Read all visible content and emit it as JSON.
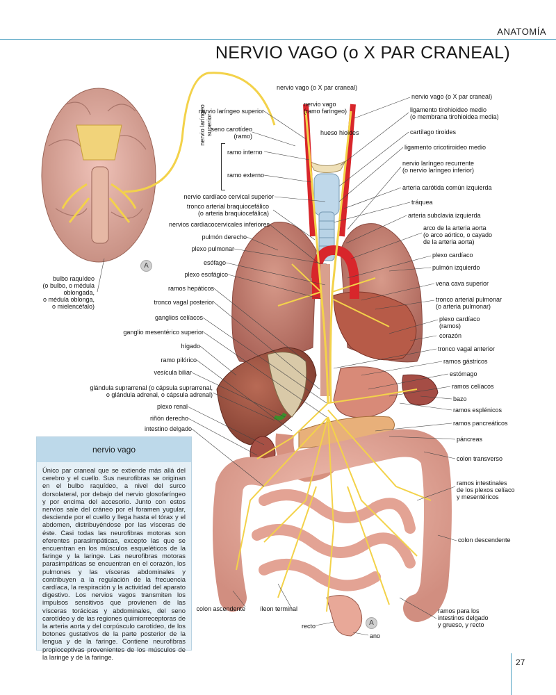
{
  "header": {
    "section": "ANATOMÍA",
    "title": "NERVIO VAGO (o X PAR CRANEAL)"
  },
  "callout_letter": "A",
  "vertical_group_label": "nervio laríngeo superior",
  "left_labels": [
    {
      "id": "bulbo",
      "text": "bulbo raquídeo\n(o bulbo, o médula\noblongada,\no médula oblonga,\no mielencéfalo)"
    },
    {
      "id": "laringeo-sup",
      "text": "nervio laríngeo superior"
    },
    {
      "id": "seno",
      "text": "seno carotídeo\n(ramo)"
    },
    {
      "id": "ramo-interno",
      "text": "ramo interno"
    },
    {
      "id": "ramo-externo",
      "text": "ramo externo"
    },
    {
      "id": "cardiaco-cervical",
      "text": "nervio cardíaco cervical superior"
    },
    {
      "id": "tronco-braquio",
      "text": "tronco arterial braquiocefálico\n(o arteria braquiocefálica)"
    },
    {
      "id": "cardiacocervicales",
      "text": "nervios cardiacocervicales inferiores"
    },
    {
      "id": "pulmon-derecho",
      "text": "pulmón derecho"
    },
    {
      "id": "plexo-pulmonar",
      "text": "plexo pulmonar"
    },
    {
      "id": "esofago",
      "text": "esófago"
    },
    {
      "id": "plexo-esofagico",
      "text": "plexo esofágico"
    },
    {
      "id": "ramos-hepaticos",
      "text": "ramos hepáticos"
    },
    {
      "id": "tronco-vagal-post",
      "text": "tronco vagal posterior"
    },
    {
      "id": "ganglios-celiacos",
      "text": "ganglios celíacos"
    },
    {
      "id": "ganglio-mesenterico",
      "text": "ganglio mesentérico superior"
    },
    {
      "id": "higado",
      "text": "hígado"
    },
    {
      "id": "ramo-pilorico",
      "text": "ramo pilórico"
    },
    {
      "id": "vesicula",
      "text": "vesícula biliar"
    },
    {
      "id": "suprarrenal",
      "text": "glándula suprarrenal (o cápsula suprarrenal,\no glándula adrenal, o cápsula adrenal)"
    },
    {
      "id": "plexo-renal",
      "text": "plexo renal"
    },
    {
      "id": "rinon-derecho",
      "text": "riñón derecho"
    },
    {
      "id": "intestino-delgado",
      "text": "intestino delgado"
    },
    {
      "id": "colon-ascendente",
      "text": "colon ascendente"
    },
    {
      "id": "ileon",
      "text": "íleon terminal"
    },
    {
      "id": "recto",
      "text": "recto"
    },
    {
      "id": "ano",
      "text": "ano"
    }
  ],
  "top_labels": [
    {
      "id": "vago-craneal-left",
      "text": "nervio vago (o X par craneal)"
    },
    {
      "id": "vago-faringeo",
      "text": "nervio vago\n(ramo faríngeo)"
    },
    {
      "id": "hueso-hioides",
      "text": "hueso hioides"
    }
  ],
  "right_labels": [
    {
      "id": "vago-craneal-right",
      "text": "nervio vago (o X par craneal)"
    },
    {
      "id": "tirohioideo",
      "text": "ligamento tirohioideo medio\n(o membrana tirohioidea media)"
    },
    {
      "id": "tiroides",
      "text": "cartílago tiroides"
    },
    {
      "id": "cricotiroideo",
      "text": "ligamento cricotiroideo medio"
    },
    {
      "id": "recurrente",
      "text": "nervio laríngeo recurrente\n(o nervio laríngeo inferior)"
    },
    {
      "id": "carotida",
      "text": "arteria carótida común izquierda"
    },
    {
      "id": "traquea",
      "text": "tráquea"
    },
    {
      "id": "subclavia",
      "text": "arteria subclavia izquierda"
    },
    {
      "id": "arco-aorta",
      "text": "arco de la arteria aorta\n(o arco aórtico, o cayado\nde la arteria aorta)"
    },
    {
      "id": "plexo-cardiaco",
      "text": "plexo cardíaco"
    },
    {
      "id": "pulmon-izquierdo",
      "text": "pulmón izquierdo"
    },
    {
      "id": "vena-cava",
      "text": "vena cava superior"
    },
    {
      "id": "tronco-pulmonar",
      "text": "tronco arterial pulmonar\n(o arteria pulmonar)"
    },
    {
      "id": "plexo-cardiaco-ramos",
      "text": "plexo cardíaco\n(ramos)"
    },
    {
      "id": "corazon",
      "text": "corazón"
    },
    {
      "id": "tronco-vagal-ant",
      "text": "tronco vagal anterior"
    },
    {
      "id": "ramos-gastricos",
      "text": "ramos gástricos"
    },
    {
      "id": "estomago",
      "text": "estómago"
    },
    {
      "id": "ramos-celiacos",
      "text": "ramos celíacos"
    },
    {
      "id": "bazo",
      "text": "bazo"
    },
    {
      "id": "ramos-esplenicos",
      "text": "ramos esplénicos"
    },
    {
      "id": "ramos-pancreaticos",
      "text": "ramos pancreáticos"
    },
    {
      "id": "pancreas",
      "text": "páncreas"
    },
    {
      "id": "colon-transverso",
      "text": "colon transverso"
    },
    {
      "id": "ramos-intestinales",
      "text": "ramos intestinales\nde los plexos celíaco\ny mesentéricos"
    },
    {
      "id": "colon-descendente",
      "text": "colon descendente"
    },
    {
      "id": "ramos-intestinos",
      "text": "ramos para los\nintestinos delgado\ny grueso, y recto"
    }
  ],
  "info_box": {
    "title": "nervio vago",
    "body": "Único par craneal que se extiende más allá del cerebro y el cuello. Sus neurofibras se originan en el bulbo raquídeo, a nivel del surco dorsolateral, por debajo del nervio glosofaríngeo y por encima del accesorio. Junto con estos nervios sale del cráneo por el foramen yugular, desciende por el cuello y llega hasta el tórax y el abdomen, distribuyéndose por las vísceras de éste. Casi todas las neurofibras motoras son eferentes parasimpáticas, excepto las que se encuentran en los músculos esqueléticos de la faringe y la laringe. Las neurofibras motoras parasimpáticas se encuentran en el corazón, los pulmones y las vísceras abdominales y contribuyen a la regulación de la frecuencia cardíaca, la respiración y la actividad del aparato digestivo. Los nervios vagos transmiten los impulsos sensitivos que provienen de las vísceras torácicas y abdominales, del seno carotídeo y de las regiones quimiorreceptoras de la arteria aorta y del corpúsculo carotídeo, de los botones gustativos de la parte posterior de la lengua y de la faringe. Contiene neurofibras propioceptivas provenientes de los músculos de la laringe y de la faringe."
  },
  "page_number": "27",
  "colors": {
    "accent": "#4a9fc0",
    "box_bg": "#e6f0f6",
    "box_head": "#bdd9ea",
    "nerve": "#f3d24a",
    "artery": "#d8262b",
    "organ": "#c97b6a"
  }
}
